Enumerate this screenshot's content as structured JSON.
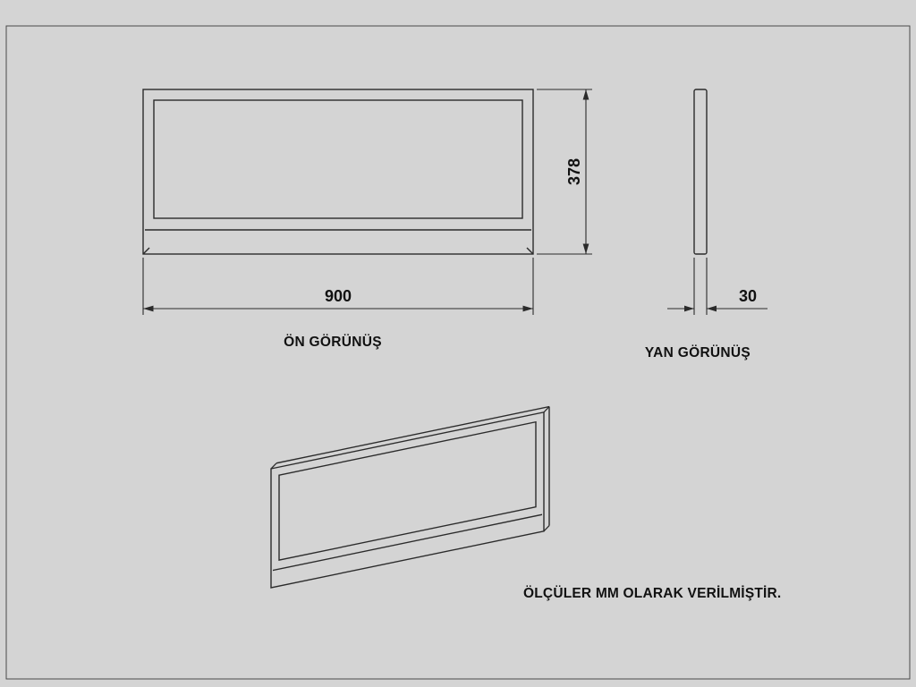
{
  "sheet": {
    "background": "#d4d4d4",
    "line_color": "#2b2b2b",
    "text_color": "#111111"
  },
  "views": {
    "front": {
      "label": "ÖN GÖRÜNÜŞ",
      "width_dim": "900",
      "height_dim": "378"
    },
    "side": {
      "label": "YAN GÖRÜNÜŞ",
      "thickness_dim": "30"
    }
  },
  "note": {
    "text": "ÖLÇÜLER MM OLARAK VERİLMİŞTİR."
  }
}
